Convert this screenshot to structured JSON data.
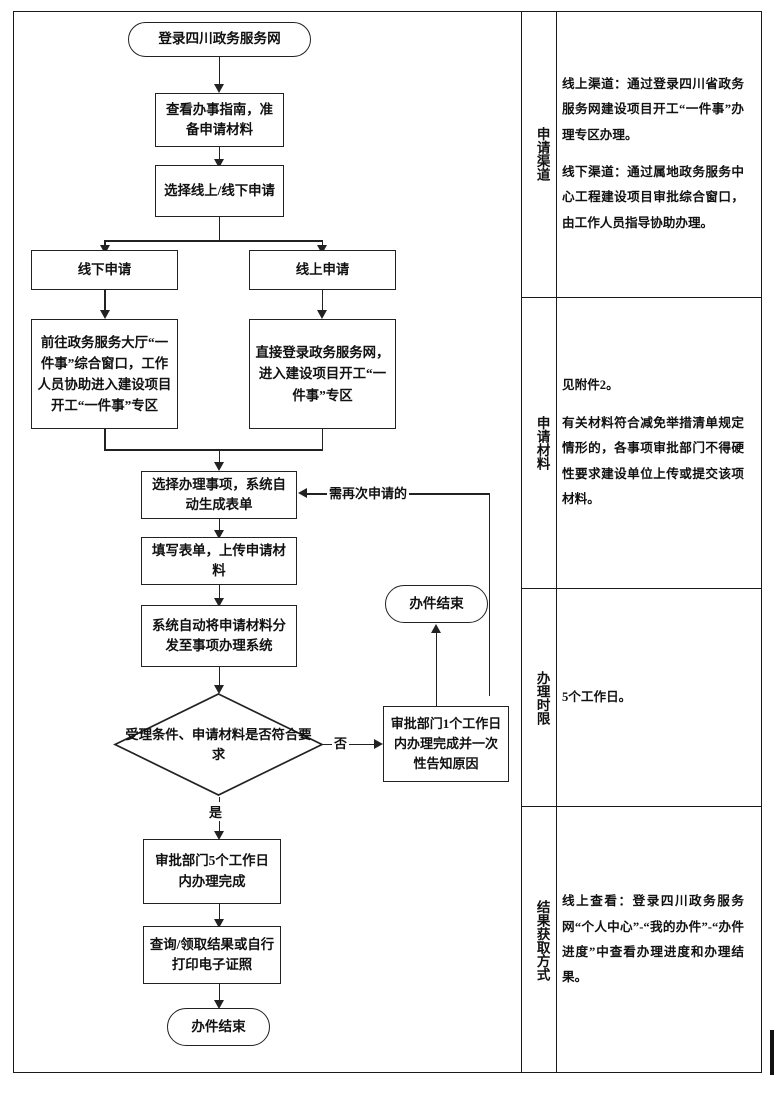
{
  "flow": {
    "nodes": {
      "start": "登录四川政务服务网",
      "guide": "查看办事指南，准备申请材料",
      "choose_channel": "选择线上/线下申请",
      "offline": "线下申请",
      "online": "线上申请",
      "offline_detail": "前往政务服务大厅“一件事”综合窗口，工作人员协助进入建设项目开工“一件事”专区",
      "online_detail": "直接登录政务服务网，进入建设项目开工“一件事”专区",
      "select_item": "选择办理事项，系统自动生成表单",
      "fill_form": "填写表单，上传申请材料",
      "distribute": "系统自动将申请材料分发至事项办理系统",
      "decision": "受理条件、申请材料是否符合要求",
      "reject": "审批部门1个工作日内办理完成并一次性告知原因",
      "end_reject": "办件结束",
      "approve": "审批部门5个工作日内办理完成",
      "result": "查询/领取结果或自行打印电子证照",
      "end_final": "办件结束"
    },
    "labels": {
      "reapply": "需再次申请的",
      "no": "否",
      "yes": "是"
    }
  },
  "info_table": {
    "rows": [
      {
        "label": "申请渠道",
        "paragraphs": [
          "线上渠道：通过登录四川省政务服务网建设项目开工“一件事”办理专区办理。",
          "线下渠道：通过属地政务服务中心工程建设项目审批综合窗口，由工作人员指导协助办理。"
        ]
      },
      {
        "label": "申请材料",
        "paragraphs": [
          "见附件2。",
          "有关材料符合减免举措清单规定情形的，各事项审批部门不得硬性要求建设单位上传或提交该项材料。"
        ]
      },
      {
        "label": "办理时限",
        "paragraphs": [
          "5个工作日。"
        ]
      },
      {
        "label": "结果获取方式",
        "paragraphs": [
          "线上查看：登录四川政务服务网“个人中心”-“我的办件”-“办件进度”中查看办理进度和办理结果。"
        ]
      }
    ]
  },
  "colors": {
    "line": "#222222",
    "text": "#111111",
    "background": "#ffffff"
  }
}
